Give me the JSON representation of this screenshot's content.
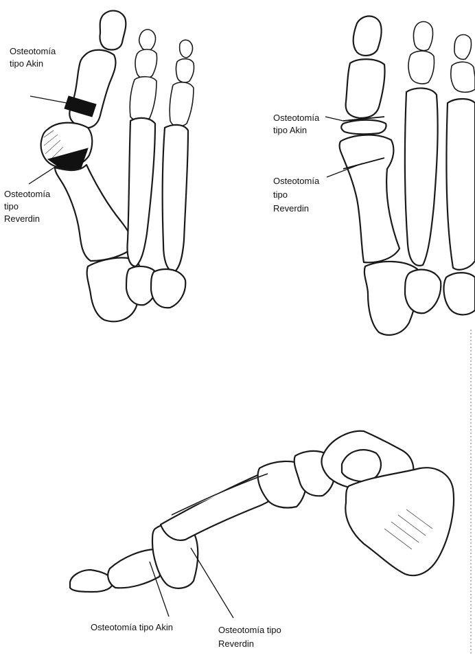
{
  "figure_top_left": {
    "label_akin": [
      "Osteotomía",
      "tipo Akin"
    ],
    "label_reverdin": [
      "Osteotomía",
      "tipo",
      "Reverdin"
    ]
  },
  "figure_top_right": {
    "label_akin": [
      "Osteotomía",
      "tipo Akin"
    ],
    "label_reverdin": [
      "Osteotomía",
      "tipo",
      "Reverdin"
    ]
  },
  "figure_bottom": {
    "label_akin": "Osteotomía tipo Akin",
    "label_reverdin": [
      "Osteotomía tipo",
      "Reverdin"
    ]
  }
}
